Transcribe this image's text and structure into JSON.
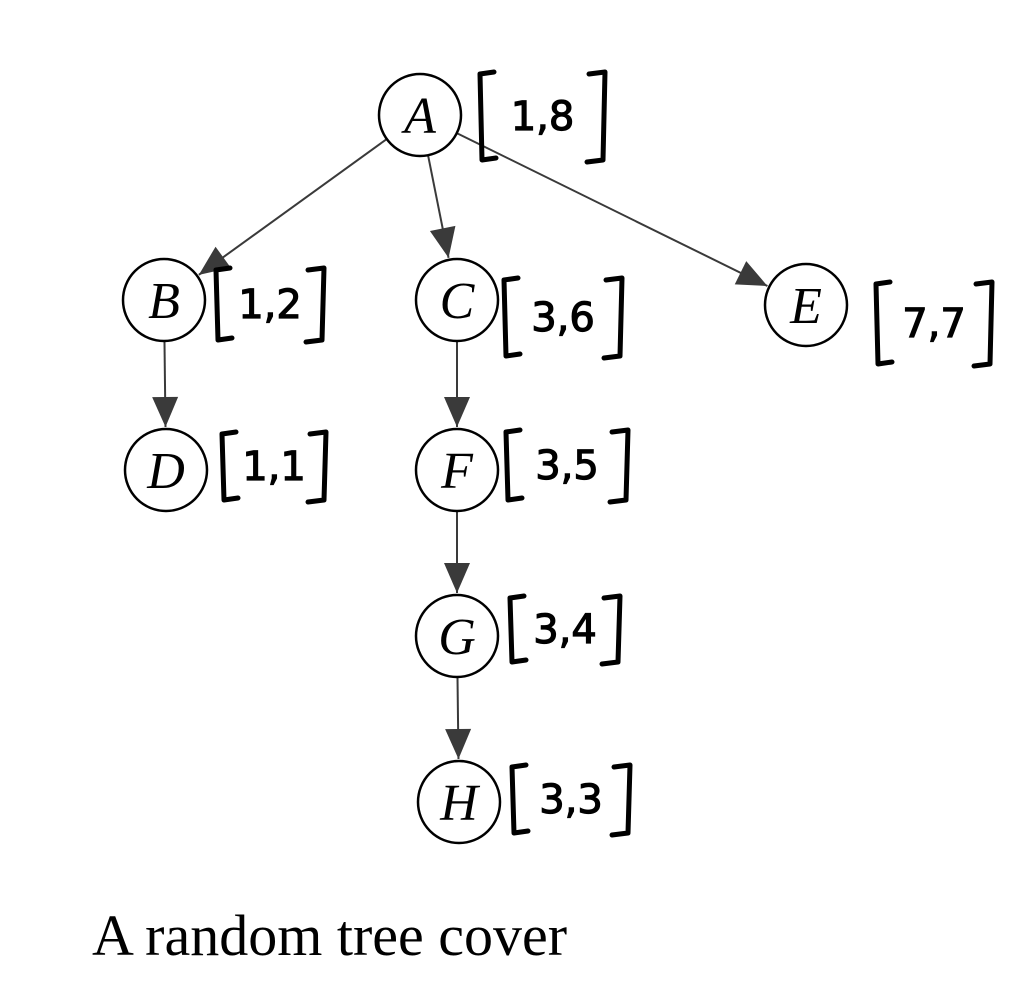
{
  "caption": "A random tree cover",
  "colors": {
    "edge": "#3a3a3a",
    "node_stroke": "#000000",
    "text": "#000000"
  },
  "nodes": [
    {
      "id": "A",
      "label": "A",
      "interval": [
        "1",
        "8"
      ]
    },
    {
      "id": "B",
      "label": "B",
      "interval": [
        "1",
        "2"
      ]
    },
    {
      "id": "C",
      "label": "C",
      "interval": [
        "3",
        "6"
      ]
    },
    {
      "id": "E",
      "label": "E",
      "interval": [
        "7",
        "7"
      ]
    },
    {
      "id": "D",
      "label": "D",
      "interval": [
        "1",
        "1"
      ]
    },
    {
      "id": "F",
      "label": "F",
      "interval": [
        "3",
        "5"
      ]
    },
    {
      "id": "G",
      "label": "G",
      "interval": [
        "3",
        "4"
      ]
    },
    {
      "id": "H",
      "label": "H",
      "interval": [
        "3",
        "3"
      ]
    }
  ],
  "edges": [
    {
      "from": "A",
      "to": "B"
    },
    {
      "from": "A",
      "to": "C"
    },
    {
      "from": "A",
      "to": "E"
    },
    {
      "from": "B",
      "to": "D"
    },
    {
      "from": "C",
      "to": "F"
    },
    {
      "from": "F",
      "to": "G"
    },
    {
      "from": "G",
      "to": "H"
    }
  ]
}
